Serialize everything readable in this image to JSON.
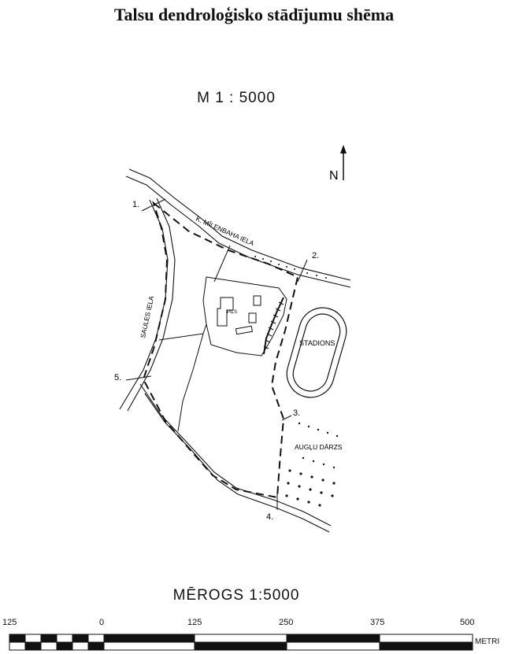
{
  "title": "Talsu dendroloģisko stādījumu shēma",
  "scale_top": "M 1 : 5000",
  "north": "N",
  "labels": {
    "street_milenbaha": "K. MĪLENBAHA IELA",
    "street_saules": "SAULES IELA",
    "castle": "PILS",
    "stadium": "STADIONS",
    "orchard": "AUGĻU DĀRZS"
  },
  "points": [
    "1.",
    "2.",
    "3.",
    "4.",
    "5."
  ],
  "scale_bottom": "MĒROGS  1:5000",
  "scalebar": {
    "ticks": [
      "125",
      "0",
      "125",
      "250",
      "375",
      "500"
    ],
    "unit": "METRI"
  }
}
